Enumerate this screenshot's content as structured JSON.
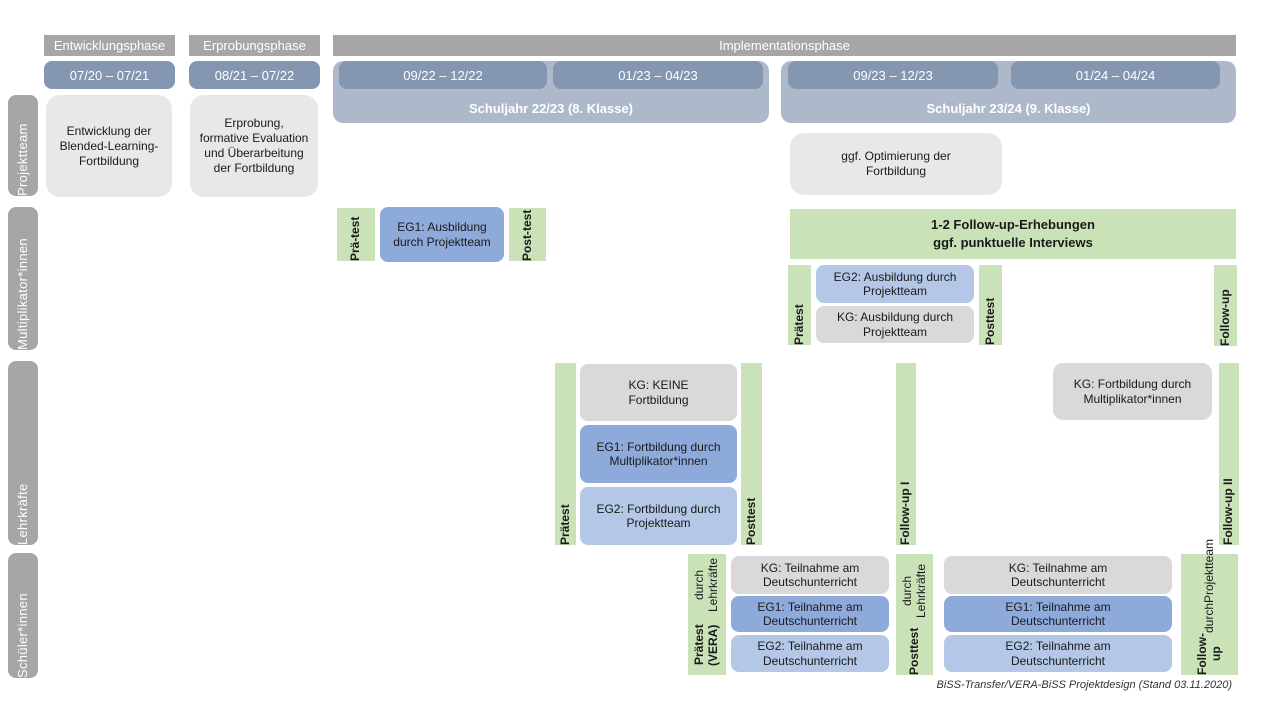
{
  "colors": {
    "phase_header_gray": "#a6a6a6",
    "row_label_gray": "#a6a6a6",
    "period_blue": "#8496b0",
    "schoolyear_blue": "#adb9ca",
    "activity_gray": "#e9e8e8",
    "kg_gray": "#d9d9d9",
    "eg1_blue": "#8eaadb",
    "eg2_blue": "#b4c7e7",
    "test_green": "#c9e2b8",
    "caption_color": "#333333"
  },
  "header": {
    "phases": [
      "Entwicklungsphase",
      "Erprobungsphase",
      "Implementationsphase"
    ],
    "periods": [
      "07/20 – 07/21",
      "08/21 – 07/22",
      "09/22 – 12/22",
      "01/23 – 04/23",
      "09/23 – 12/23",
      "01/24 – 04/24"
    ],
    "school_years": [
      "Schuljahr 22/23 (8. Klasse)",
      "Schuljahr 23/24 (9. Klasse)"
    ]
  },
  "rows": {
    "projektteam": {
      "label": "Projektteam",
      "entwicklung": "Entwicklung der Blended-Learning-Fortbildung",
      "erprobung": "Erprobung, formative Evaluation und Überarbeitung der Fortbildung",
      "optimierung": "ggf. Optimierung der Fortbildung"
    },
    "multiplikatoren": {
      "label": "Multiplikator*innen",
      "praetest1_line1": "Prä-",
      "praetest1_line2": "test",
      "eg1": "EG1: Ausbildung durch Projektteam",
      "posttest1_line1": "Post-",
      "posttest1_line2": "test",
      "followup_box_line1": "1-2 Follow-up-Erhebungen",
      "followup_box_line2": "ggf. punktuelle Interviews",
      "praetest2": "Prätest",
      "eg2": "EG2: Ausbildung durch Projektteam",
      "kg": "KG: Ausbildung durch Projektteam",
      "posttest2": "Posttest",
      "followup": "Follow-up"
    },
    "lehrkraefte": {
      "label": "Lehrkräfte",
      "praetest": "Prätest",
      "kg": "KG: KEINE Fortbildung",
      "eg1": "EG1: Fortbildung durch Multiplikator*innen",
      "eg2": "EG2: Fortbildung durch Projektteam",
      "posttest": "Posttest",
      "followup1": "Follow-up I",
      "kg2": "KG: Fortbildung durch Multiplikator*innen",
      "followup2": "Follow-up II"
    },
    "schueler": {
      "label": "Schüler*innen",
      "praetest_line1": "Prätest (VERA)",
      "praetest_line2": "durch Lehrkräfte",
      "kg1": "KG: Teilnahme am Deutschunterricht",
      "eg1_1": "EG1: Teilnahme am Deutschunterricht",
      "eg2_1": "EG2: Teilnahme am Deutschunterricht",
      "posttest_line1": "Posttest",
      "posttest_line2": "durch Lehrkräfte",
      "kg2": "KG: Teilnahme am Deutschunterricht",
      "eg1_2": "EG1: Teilnahme am Deutschunterricht",
      "eg2_2": "EG2: Teilnahme am Deutschunterricht",
      "followup_line1": "Follow-up",
      "followup_line2": "durch",
      "followup_line3": "Projektteam"
    }
  },
  "caption": "BiSS-Transfer/VERA-BiSS Projektdesign (Stand 03.11.2020)"
}
